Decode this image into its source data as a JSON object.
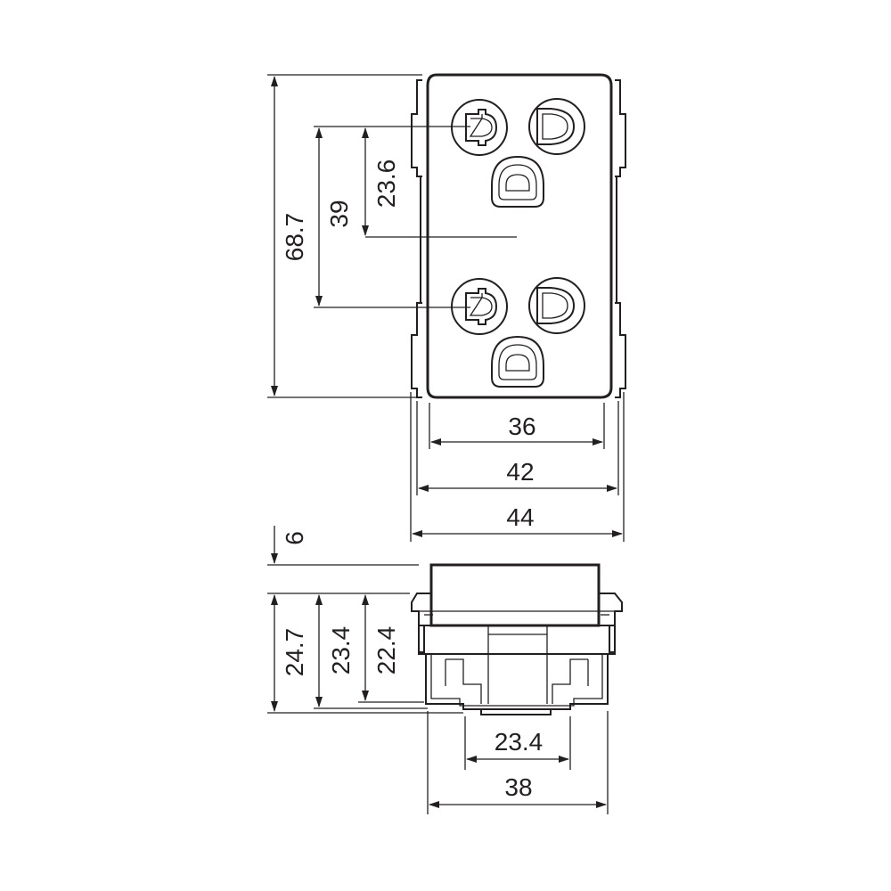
{
  "dimensions": {
    "front_height": "68.7",
    "outlet_pitch": "39",
    "outlet_offset": "23.6",
    "face_width": "36",
    "frame_width": "42",
    "overall_width": "44",
    "face_projection": "6",
    "side_depth_total": "24.7",
    "side_depth_mid": "23.4",
    "side_depth_inner": "22.4",
    "rear_width": "23.4",
    "side_width": "38"
  },
  "colors": {
    "line": "#231f20",
    "background": "#ffffff"
  }
}
